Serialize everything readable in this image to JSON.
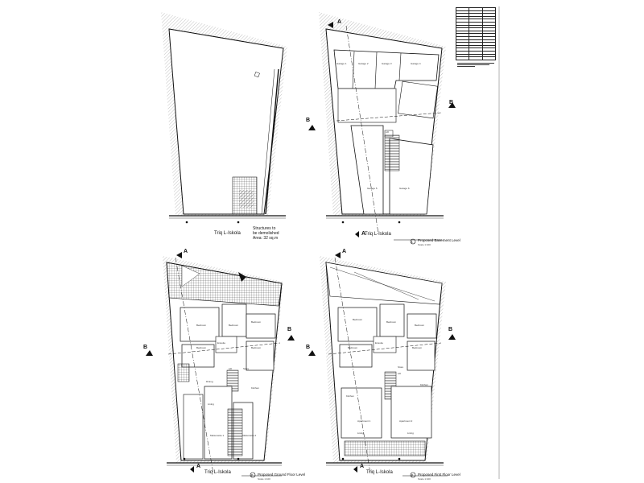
{
  "street_label": "Triq L-Iskola",
  "demolition_note": [
    "Structures to",
    "be demolished",
    "Area: 32 sq.m"
  ],
  "section_marks": {
    "a": "A",
    "b": "B"
  },
  "levels": {
    "basement": {
      "title": "Proposed Basement Level",
      "scale": "Scale 1:100"
    },
    "ground": {
      "title": "Proposed Ground Floor Level",
      "scale": "Scale 1:100"
    },
    "first": {
      "title": "Proposed First Floor Level",
      "scale": "Scale 1:100"
    }
  },
  "rooms": {
    "garage1": "Garage 1",
    "garage2": "Garage 2",
    "garage3": "Garage 3",
    "garage4": "Garage 4",
    "garage5": "Garage 5",
    "garage6": "Garage 6",
    "lift": "Lift",
    "bedroom": "Bedroom",
    "ensuite": "Ensuite",
    "store": "Store",
    "kitchen": "Kitchen",
    "dining": "Dining",
    "living": "Living",
    "maisonette1": "Maisonette 1",
    "maisonette2": "Maisonette 2",
    "apartment1": "Apartment 1",
    "apartment2": "Apartment 2"
  },
  "schedule_rows": 18
}
